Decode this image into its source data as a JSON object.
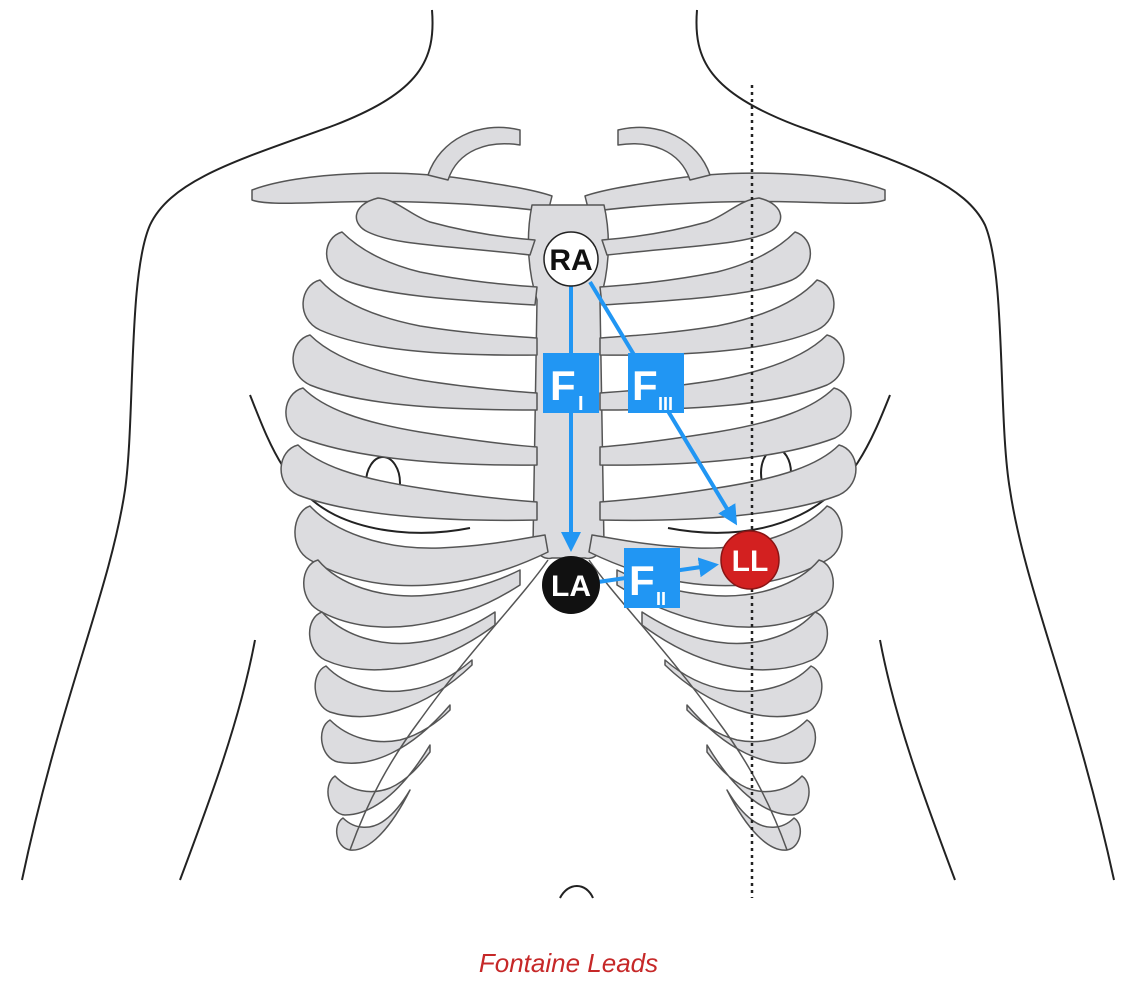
{
  "caption": "Fontaine Leads",
  "electrodes": [
    {
      "id": "ra",
      "label": "RA",
      "fill": "#ffffff",
      "text_color": "#111111"
    },
    {
      "id": "la",
      "label": "LA",
      "fill": "#111111",
      "text_color": "#ffffff"
    },
    {
      "id": "ll",
      "label": "LL",
      "fill": "#d32020",
      "text_color": "#ffffff"
    }
  ],
  "leads": [
    {
      "id": "f1",
      "letter": "F",
      "subscript": "I"
    },
    {
      "id": "f2",
      "letter": "F",
      "subscript": "II"
    },
    {
      "id": "f3",
      "letter": "F",
      "subscript": "III"
    }
  ],
  "colors": {
    "lead": "#2196f3",
    "bone_fill": "#dcdcdf",
    "bone_stroke": "#555555",
    "outline": "#222222"
  }
}
